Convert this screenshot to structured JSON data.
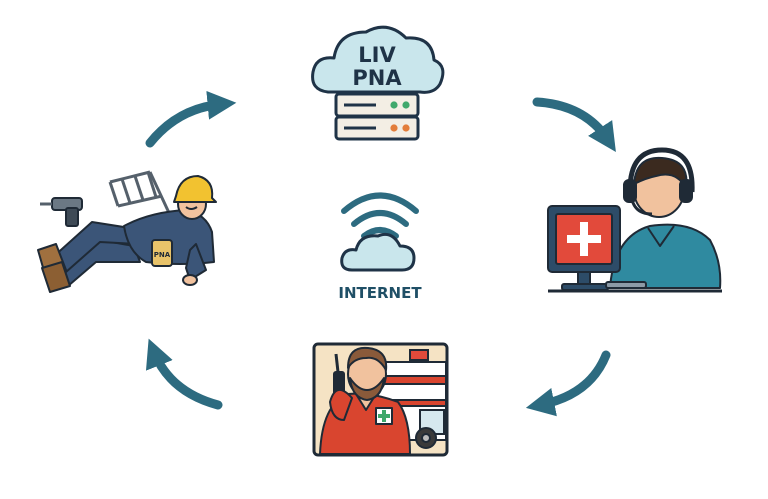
{
  "server": {
    "cloud_line1": "LIV",
    "cloud_line2": "PNA"
  },
  "center": {
    "label": "INTERNET"
  },
  "worker": {
    "device_label": "PNA"
  },
  "colors": {
    "arrow": "#2d6b80",
    "outline": "#1f3347",
    "cloud_fill": "#c9e6ec",
    "server_fill": "#f3eee4",
    "led_green": "#3fa86b",
    "led_orange": "#e37d3a",
    "skin": "#f1c29e",
    "shirt_teal": "#2f8aa0",
    "coverall": "#3b5578",
    "helmet": "#f2c230",
    "medic_red": "#d9452f",
    "medic_bg": "#f5e3c4",
    "cross_red": "#e24a3b"
  },
  "icons": [
    "cloud-server-icon",
    "wifi-cloud-icon",
    "fallen-worker-icon",
    "dispatcher-icon",
    "paramedic-icon",
    "cycle-arrow-icon"
  ]
}
